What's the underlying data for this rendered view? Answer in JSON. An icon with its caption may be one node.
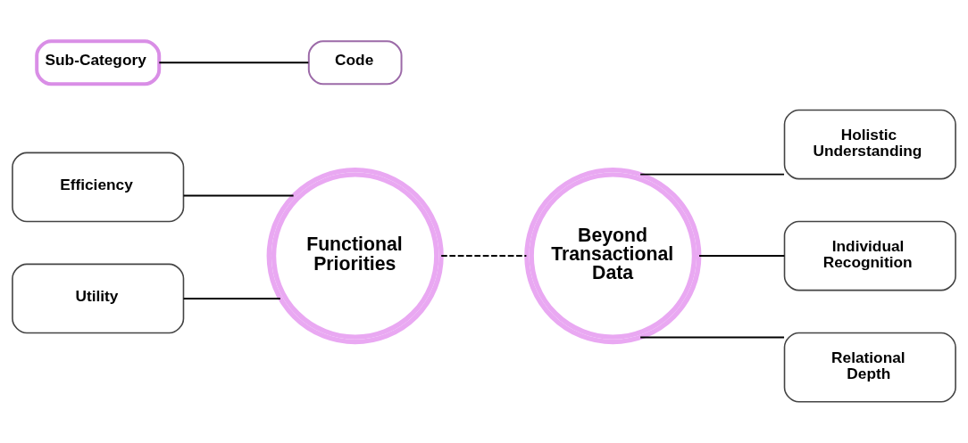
{
  "diagram": {
    "nodes": [
      {
        "text": [
          "Efficiency"
        ]
      },
      {
        "text": [
          "Holistic Understanding"
        ]
      },
      {
        "text": [
          "Functional Priorities"
        ]
      },
      {
        "text": [
          "Beyond Transactional Data"
        ]
      },
      {
        "text": [
          "Individual Recognition"
        ]
      },
      {
        "text": [
          "Utility"
        ]
      },
      {
        "text": [
          "Relational Depth"
        ]
      },
      {
        "text": [
          "Sub-Category"
        ]
      },
      {
        "text": [
          "Code"
        ]
      }
    ],
    "edges": [
      {
        "from": 0,
        "to": 2,
        "arrow": "none"
      },
      {
        "from": 5,
        "to": 2,
        "arrow": "none"
      },
      {
        "from": 2,
        "to": 3,
        "arrow": "none",
        "style": "dashed"
      },
      {
        "from": 3,
        "to": 1,
        "arrow": "none"
      },
      {
        "from": 3,
        "to": 4,
        "arrow": "none"
      },
      {
        "from": 3,
        "to": 6,
        "arrow": "none"
      },
      {
        "from": 7,
        "to": 8,
        "arrow": "none"
      }
    ]
  }
}
